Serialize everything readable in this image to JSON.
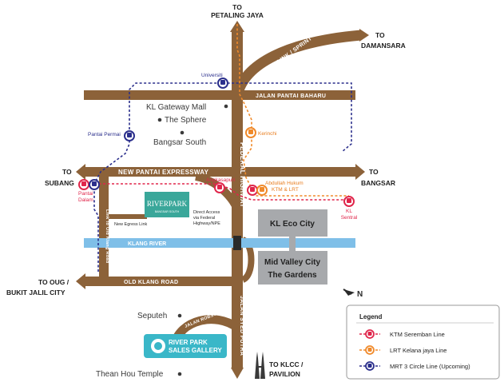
{
  "directions": {
    "north": [
      "TO",
      "PETALING JAYA"
    ],
    "damansara": [
      "TO",
      "DAMANSARA"
    ],
    "subang": [
      "TO",
      "SUBANG"
    ],
    "bangsar": [
      "TO",
      "BANGSAR"
    ],
    "oug": [
      "TO OUG /",
      "BUKIT JALIL CITY"
    ],
    "klcc": [
      "TO KLCC /",
      "PAVILION"
    ]
  },
  "roads": {
    "kerinchi": "KERINCHI LINK / SPRINT",
    "pantai_baharu": "JALAN PANTAI BAHARU",
    "npe": "NEW PANTAI EXPRESSWAY",
    "federal": "FEDERAL HIGHWAY",
    "klang_river": "KLANG RIVER",
    "old_klang": "OLD KLANG ROAD",
    "link_old_klang": "Link to Old Klang Road",
    "syed_putra": "JALAN SYED PUTRA",
    "robson": "JALAN ROBSON"
  },
  "places": {
    "kl_gateway": "KL Gateway Mall",
    "sphere": "The Sphere",
    "bangsar_south": "Bangsar South",
    "seputeh": "Seputeh",
    "thean_hou": "Thean Hou Temple",
    "egress": "New Egress Link",
    "direct_access": [
      "Direct Access",
      "via Federal",
      "Highway/NPE"
    ]
  },
  "stations": {
    "universiti": "Universiti",
    "pantai_permai": "Pantai Permai",
    "kerinchi": "Kerinchi",
    "angkasapuri": "Angkasapuri",
    "abdullah_hukum": [
      "Abdullah Hukum",
      "KTM & LRT"
    ],
    "kl_sentral": [
      "KL",
      "Sentral"
    ],
    "pantai_dalam": [
      "Pantai",
      "Dalam"
    ]
  },
  "boxes": {
    "eco_city": "KL Eco City",
    "mid_valley": [
      "Mid Valley City",
      "The Gardens"
    ]
  },
  "riverpark": {
    "logo_main": "RIVERPARK",
    "logo_sub": "BANGSAR SOUTH",
    "gallery": [
      "RIVER PARK",
      "SALES GALLERY"
    ]
  },
  "compass": "N",
  "legend": {
    "title": "Legend",
    "items": [
      {
        "label": "KTM Seremban Line",
        "color": "#e0264b"
      },
      {
        "label": "LRT Kelana jaya Line",
        "color": "#f08a2b"
      },
      {
        "label": "MRT 3 Circle Line (Upcoming)",
        "color": "#2b2f8c"
      }
    ]
  },
  "colors": {
    "road": "#8c6239",
    "river": "#7fbfe8",
    "box": "#a7a9ac",
    "gallery": "#3ab7c8",
    "logo": "#3aa79a"
  }
}
